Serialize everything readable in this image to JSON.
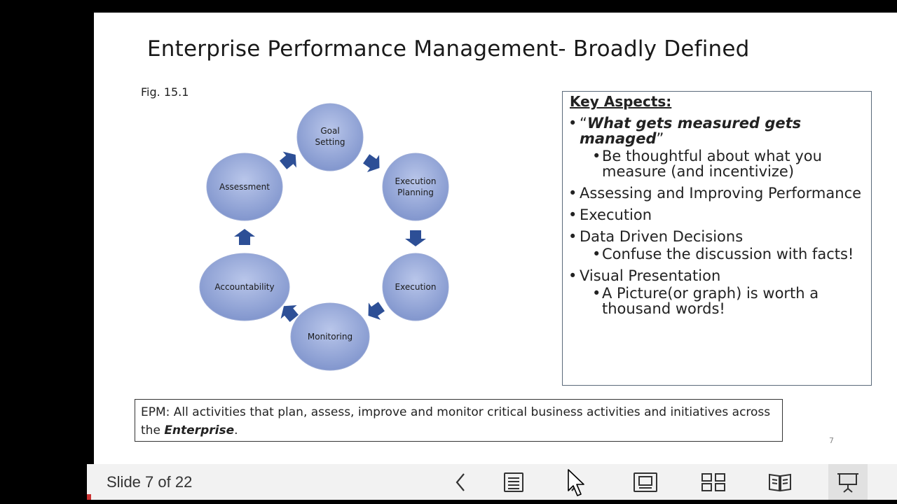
{
  "slide": {
    "title": "Enterprise Performance Management- Broadly Defined",
    "figure_label": "Fig. 15.1",
    "cycle": {
      "goal_line1": "Goal",
      "goal_line2": "Setting",
      "exec_plan_line1": "Execution",
      "exec_plan_line2": "Planning",
      "execution": "Execution",
      "monitoring": "Monitoring",
      "accountability": "Accountability",
      "assessment": "Assessment"
    },
    "key_aspects": {
      "title": "Key Aspects:",
      "quote_open": "“",
      "quote_text": "What gets measured gets managed",
      "quote_close": "”",
      "sub_thoughtful": "Be thoughtful about what you measure (and incentivize)",
      "assessing": "Assessing and Improving Performance",
      "execution": "Execution",
      "data_driven": "Data Driven Decisions",
      "sub_confuse": "Confuse the discussion with facts!",
      "visual": "Visual Presentation",
      "sub_picture": "A Picture(or graph) is worth a thousand words!"
    },
    "epm": {
      "prefix": "EPM: All activities that plan, assess, improve and monitor critical business activities and initiatives across the ",
      "emphasis": "Enterprise",
      "suffix": "."
    },
    "page_number": "7"
  },
  "toolbar": {
    "slide_count": "Slide 7 of 22"
  },
  "colors": {
    "circle_fill": "#8fa3d6",
    "arrow_fill": "#2d4f96",
    "toolbar_bg": "#f2f2f2"
  }
}
